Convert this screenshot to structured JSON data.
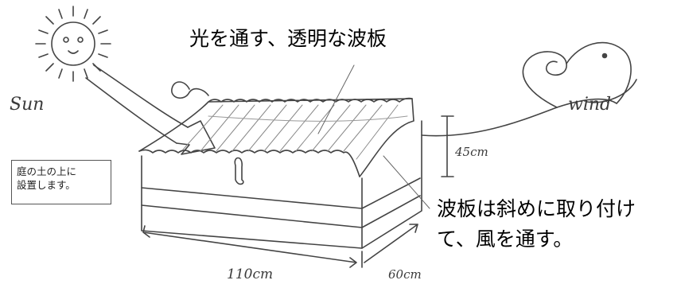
{
  "captions": {
    "roof_title": "光を通す、透明な波板",
    "slant_line1": "波板は斜めに取り付け",
    "slant_line2": "て、風を通す。"
  },
  "note": {
    "line1": "庭の土の上に",
    "line2": "設置します。"
  },
  "sketch_labels": {
    "sun": "Sun",
    "wind": "wind",
    "height": "45cm",
    "width": "110cm",
    "depth": "60cm"
  }
}
